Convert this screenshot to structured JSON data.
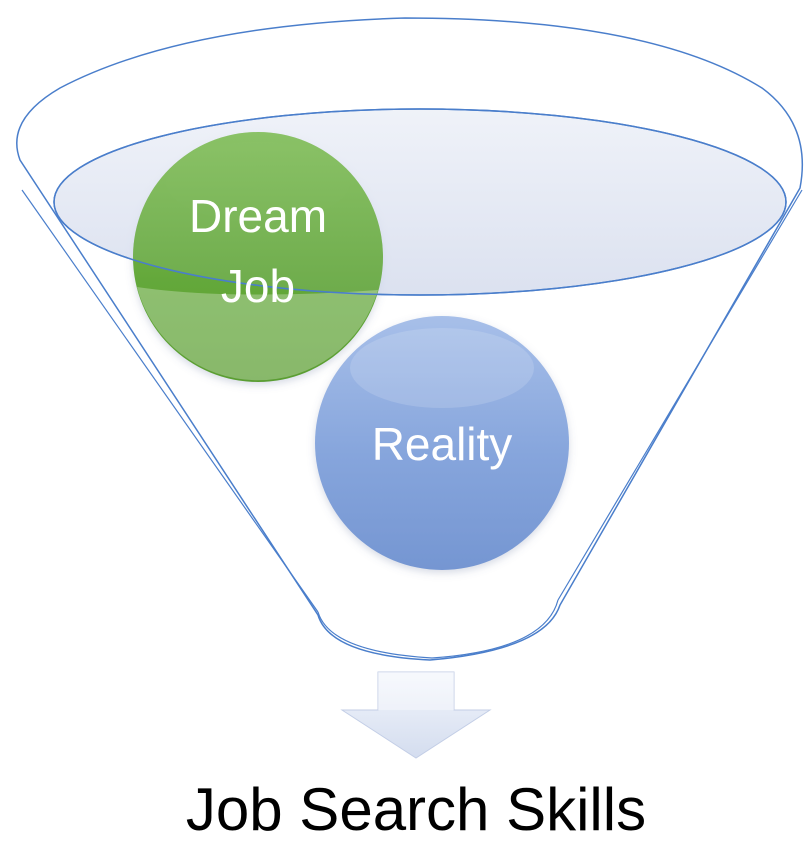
{
  "funnel": {
    "circles": [
      {
        "id": "dream-job",
        "lines": [
          "Dream",
          "Job"
        ],
        "color": "#6aab3f"
      },
      {
        "id": "reality",
        "lines": [
          "Reality"
        ],
        "color": "#7f9fd8"
      }
    ]
  },
  "result": {
    "label": "Job Search Skills"
  },
  "colors": {
    "funnel_stroke": "#4a7ecb",
    "funnel_rim_fill": "#dde3f1",
    "arrow_fill": "#e6ecf7"
  }
}
